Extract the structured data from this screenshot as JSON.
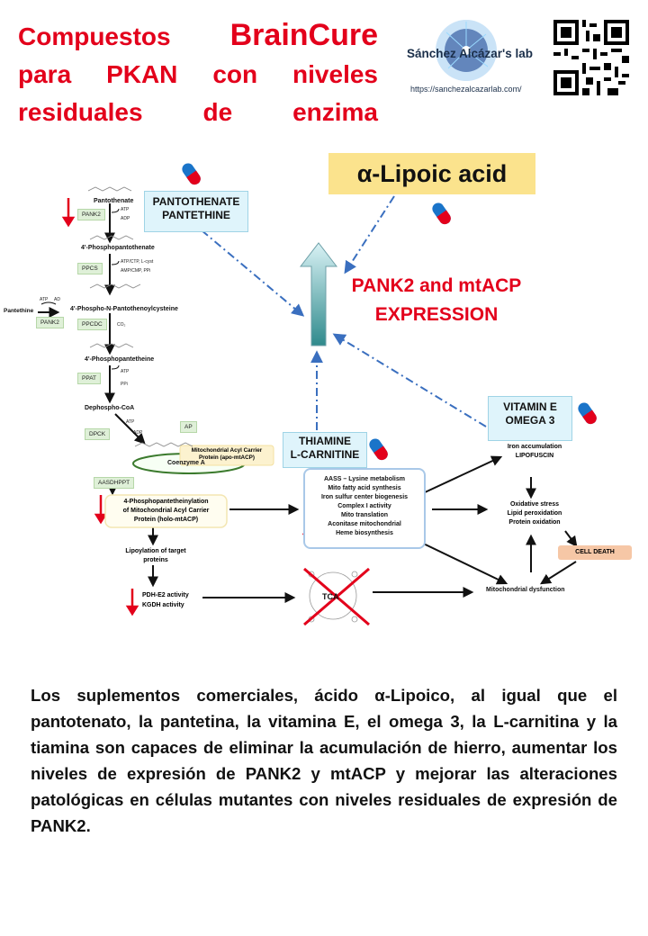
{
  "header": {
    "title_prefix": "Compuestos ",
    "title_brand": "BrainCure",
    "title_rest": "para PKAN con niveles residuales de enzima",
    "lab_name": "Sánchez Alcázar's lab",
    "lab_url": "https://sanchezalcazarlab.com/"
  },
  "compounds": {
    "pantothenate": "PANTOTHENATE",
    "pantethine": "PANTETHINE",
    "lipoic": "α-Lipoic acid",
    "thiamine": "THIAMINE",
    "carnitine": "L-CARNITINE",
    "vitamin_e": "VITAMIN E",
    "omega": "OMEGA 3"
  },
  "expression": {
    "line1": "PANK2 and mtACP",
    "line2": "EXPRESSION"
  },
  "pathway": {
    "pantothenate": "Pantothenate",
    "pank2": "PANK2",
    "atp": "ATP",
    "adp": "ADP",
    "phosphopantothenate": "4'-Phosphopantothenate",
    "ppcs": "PPCS",
    "ppcs_in": "ATP/CTP, L-cyst",
    "ppcs_out": "AMP/CMP, PPi",
    "pantethine": "Pantethine",
    "ad": "AD",
    "pank2_side": "PANK2",
    "phosphopantothenoylcysteine": "4'-Phospho-N-Pantothenoylcysteine",
    "ppcdc": "PPCDC",
    "co2": "CO₂",
    "phosphopantetheine": "4'-Phosphopantetheine",
    "ppat": "PPAT",
    "ppi": "PPi",
    "dephospho": "Dephospho-CoA",
    "dpck": "DPCK",
    "ap": "AP",
    "coenzyme": "Coenzyme A",
    "aasdhppt": "AASDHPPT",
    "apo_line1": "Mitochondrial Acyl Carrier",
    "apo_line2": "Protein (apo-mtACP)",
    "holo_line1": "4-Phosphopantetheinylation",
    "holo_line2": "of Mitochondrial Acyl Carrier",
    "holo_line3": "Protein (holo-mtACP)",
    "lipoylation_1": "Lipoylation of target",
    "lipoylation_2": "proteins",
    "pdh": "PDH-E2 activity",
    "kgdh": "KGDH activity",
    "tca": "TCA"
  },
  "processes": [
    "AASS – Lysine metabolism",
    "Mito fatty acid synthesis",
    "Iron sulfur center biogenesis",
    "Complex I activity",
    "Mito translation",
    "Aconitase mitochondrial",
    "Heme biosynthesis"
  ],
  "outcomes": {
    "iron": "Iron accumulation",
    "lipofuscin": "LIPOFUSCIN",
    "oxstress": "Oxidative stress",
    "lipid": "Lipid peroxidation",
    "protein": "Protein oxidation",
    "celldeath": "CELL DEATH",
    "mitodys": "Mitochondrial dysfunction"
  },
  "description": "Los suplementos comerciales, ácido α-Lipoico, al igual que el pantotenato, la pantetina, la vitamina E, el omega 3, la L-carnitina y la tiamina son capaces de eliminar la acumulación de hierro, aumentar los niveles de expresión de PANK2 y mtACP y mejorar las alteraciones patológicas en células mutantes con niveles residuales de expresión de PANK2.",
  "colors": {
    "accent_red": "#e3001b",
    "pill_red": "#e3001b",
    "pill_blue": "#1a74c9",
    "box_blue": "#dff4fb",
    "lipoic_yellow": "#fbe38d"
  }
}
